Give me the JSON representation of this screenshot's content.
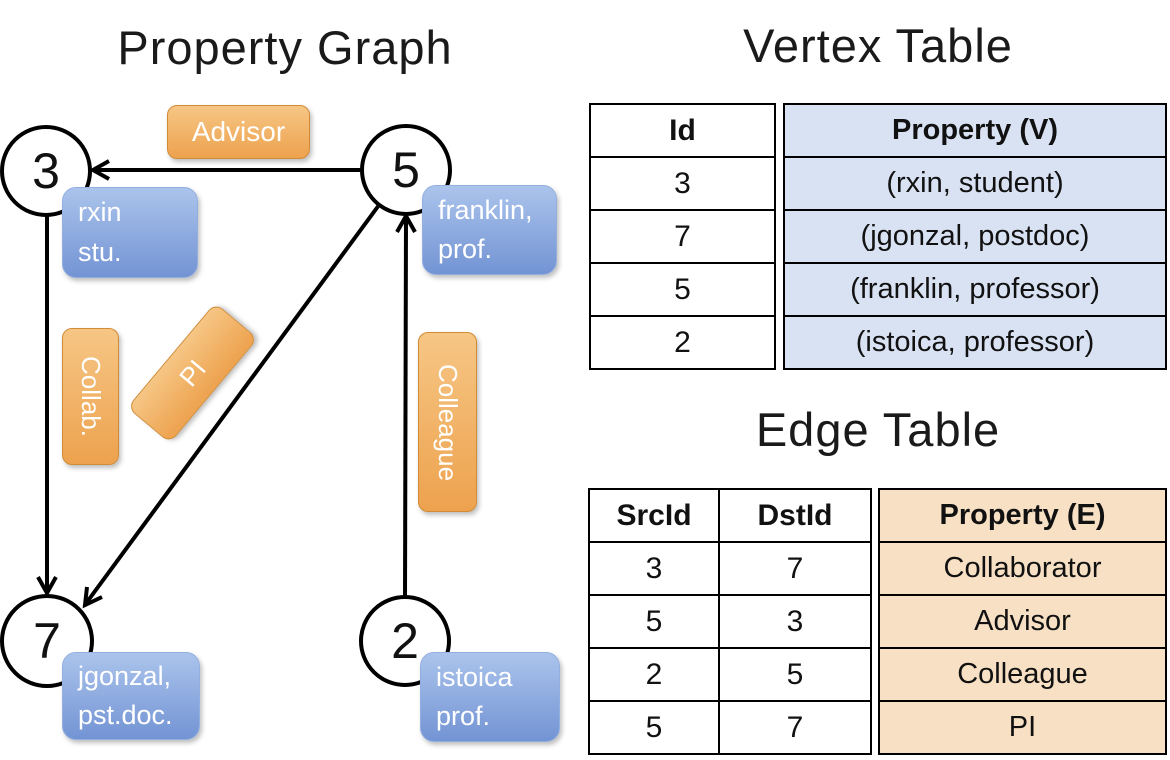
{
  "graph": {
    "title": "Property Graph",
    "nodes": [
      {
        "id": "3",
        "prop_line1": "rxin",
        "prop_line2": "stu."
      },
      {
        "id": "5",
        "prop_line1": "franklin,",
        "prop_line2": "prof."
      },
      {
        "id": "7",
        "prop_line1": "jgonzal,",
        "prop_line2": "pst.doc."
      },
      {
        "id": "2",
        "prop_line1": "istoica",
        "prop_line2": "prof."
      }
    ],
    "edge_labels": {
      "advisor": "Advisor",
      "collab": "Collab.",
      "pi": "PI",
      "colleague": "Colleague"
    }
  },
  "vertex_table": {
    "title": "Vertex Table",
    "col_id": "Id",
    "col_property": "Property (V)",
    "rows": [
      {
        "id": "3",
        "property": "(rxin, student)"
      },
      {
        "id": "7",
        "property": "(jgonzal, postdoc)"
      },
      {
        "id": "5",
        "property": "(franklin, professor)"
      },
      {
        "id": "2",
        "property": "(istoica, professor)"
      }
    ]
  },
  "edge_table": {
    "title": "Edge Table",
    "col_src": "SrcId",
    "col_dst": "DstId",
    "col_property": "Property (E)",
    "rows": [
      {
        "src": "3",
        "dst": "7",
        "property": "Collaborator"
      },
      {
        "src": "5",
        "dst": "3",
        "property": "Advisor"
      },
      {
        "src": "2",
        "dst": "5",
        "property": "Colleague"
      },
      {
        "src": "5",
        "dst": "7",
        "property": "PI"
      }
    ]
  },
  "colors": {
    "edge_label_orange_top": "#f6c685",
    "edge_label_orange_bottom": "#eda24e",
    "vertex_prop_blue_top": "#abc4ec",
    "vertex_prop_blue_bottom": "#7394d4",
    "vertex_table_cell_bg": "#d9e2f3",
    "edge_table_cell_bg": "#f7e0c4",
    "line_color": "#000000"
  }
}
